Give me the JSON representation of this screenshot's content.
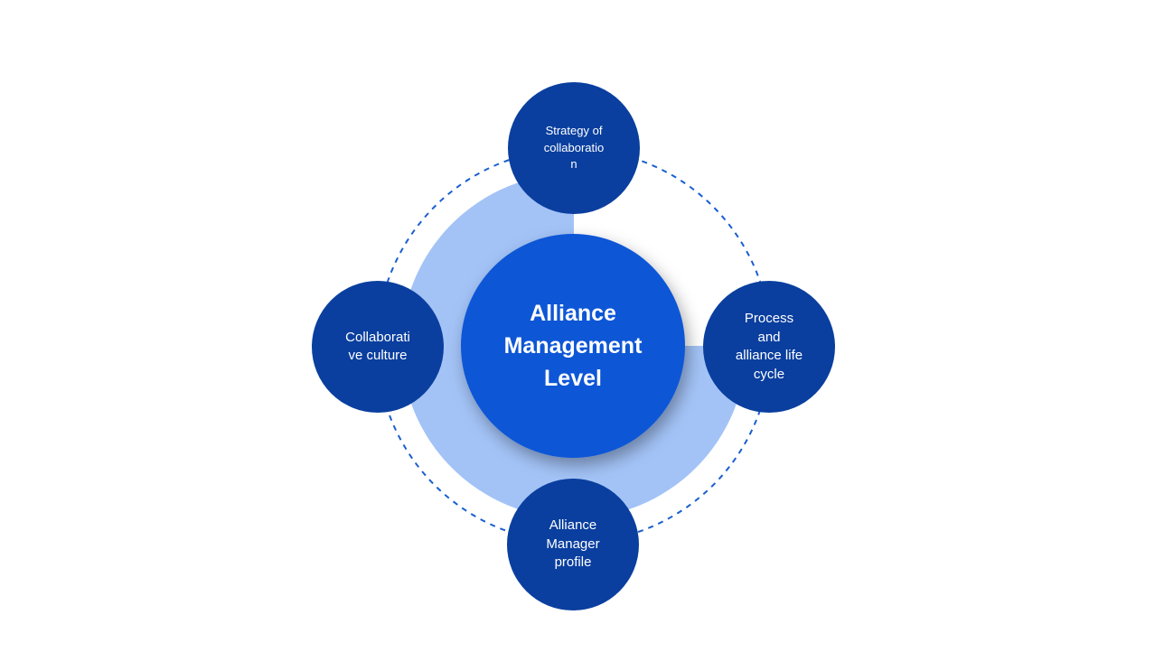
{
  "colors": {
    "background": "#ffffff",
    "ring": "#a3c3f7",
    "center_circle": "#0b57d6",
    "satellite_circle": "#0a3f9f",
    "dashed_orbit": "#1a5fcf",
    "text": "#ffffff"
  },
  "center": {
    "label": "Alliance\nManagement\nLevel"
  },
  "nodes": {
    "top": {
      "label": "Strategy of\ncollaboratio\nn"
    },
    "right": {
      "label": "Process\nand\nalliance life\ncycle"
    },
    "bottom": {
      "label": "Alliance\nManager\nprofile"
    },
    "left": {
      "label": "Collaborati\nve culture"
    }
  }
}
